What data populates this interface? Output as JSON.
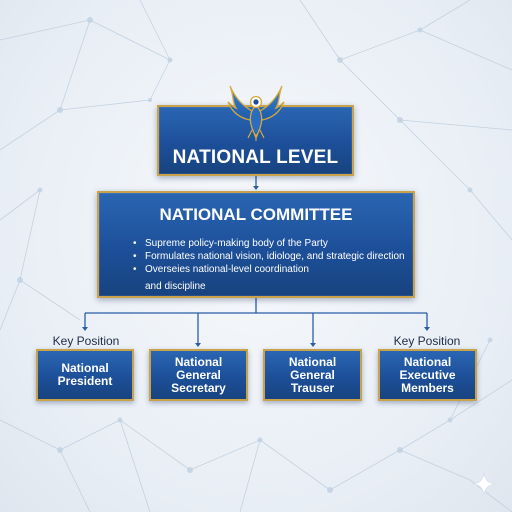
{
  "national_level": {
    "title": "NATIONAL LEVEL"
  },
  "committee": {
    "title": "NATIONAL COMMITTEE",
    "bullets": [
      "Supreme policy-making body of the Party",
      "Formulates national vision, idiologe, and strategic direction",
      "Overseies national-level coordination"
    ],
    "bullet_continuation": "and discipline"
  },
  "key_labels": {
    "left": "Key Position",
    "right": "Key Position"
  },
  "positions": [
    {
      "line1": "National",
      "line2": "President",
      "line3": ""
    },
    {
      "line1": "National",
      "line2": "General",
      "line3": "Secretary"
    },
    {
      "line1": "National",
      "line2": "General",
      "line3": "Trauser"
    },
    {
      "line1": "National",
      "line2": "Executive",
      "line3": "Members"
    }
  ],
  "colors": {
    "box_fill": "#1d4f99",
    "box_border": "#c9a24a",
    "connector": "#2a5da8",
    "emblem": "#2d6fc4"
  },
  "icons": {
    "emblem": "eagle-emblem-icon",
    "corner": "sparkle-icon"
  }
}
